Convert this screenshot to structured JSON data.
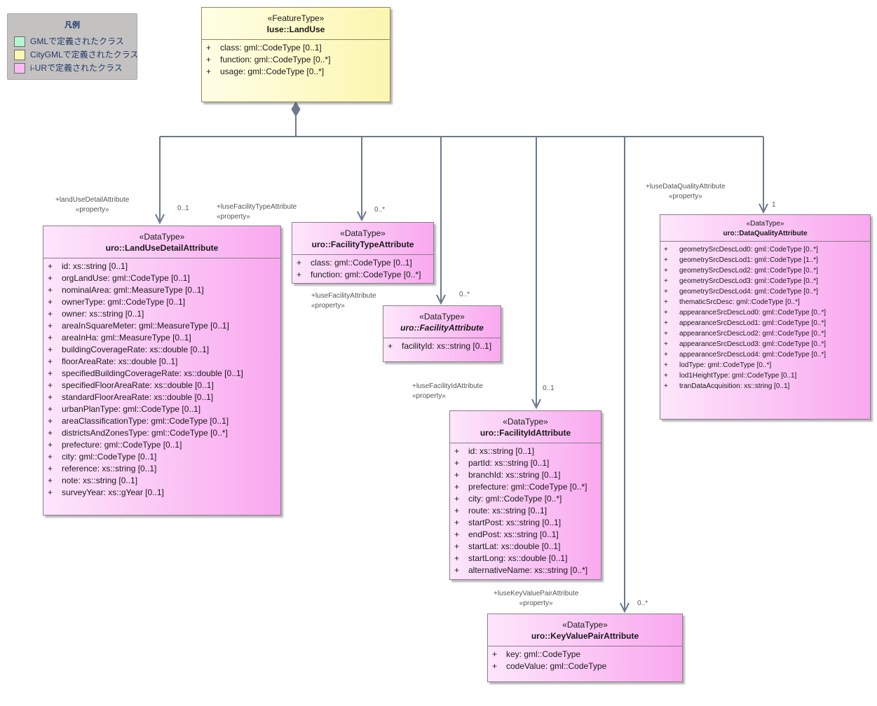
{
  "legend": {
    "title": "凡例",
    "items": [
      {
        "label": "GMLで定義されたクラス",
        "color": "#b4f6d1"
      },
      {
        "label": "CityGMLで定義されたクラス",
        "color": "#fbf6b2"
      },
      {
        "label": "i-URで定義されたクラス",
        "color": "#fbbaf2"
      }
    ]
  },
  "classes": {
    "landuse": {
      "stereotype": "«FeatureType»",
      "name": "luse::LandUse",
      "attributes": [
        "class: gml::CodeType [0..1]",
        "function: gml::CodeType [0..*]",
        "usage: gml::CodeType [0..*]"
      ]
    },
    "landusedetail": {
      "stereotype": "«DataType»",
      "name": "uro::LandUseDetailAttribute",
      "attributes": [
        "id: xs::string [0..1]",
        "orgLandUse: gml::CodeType [0..1]",
        "nominalArea: gml::MeasureType [0..1]",
        "ownerType: gml::CodeType [0..1]",
        "owner: xs::string [0..1]",
        "areaInSquareMeter: gml::MeasureType [0..1]",
        "areaInHa: gml::MeasureType [0..1]",
        "buildingCoverageRate: xs::double [0..1]",
        "floorAreaRate: xs::double [0..1]",
        "specifiedBuildingCoverageRate: xs::double [0..1]",
        "specifiedFloorAreaRate: xs::double [0..1]",
        "standardFloorAreaRate: xs::double [0..1]",
        "urbanPlanType: gml::CodeType [0..1]",
        "areaClassificationType: gml::CodeType [0..1]",
        "districtsAndZonesType: gml::CodeType [0..*]",
        "prefecture: gml::CodeType [0..1]",
        "city: gml::CodeType [0..1]",
        "reference: xs::string [0..1]",
        "note: xs::string [0..1]",
        "surveyYear: xs::gYear [0..1]"
      ]
    },
    "facilitytype": {
      "stereotype": "«DataType»",
      "name": "uro::FacilityTypeAttribute",
      "attributes": [
        "class: gml::CodeType [0..1]",
        "function: gml::CodeType [0..*]"
      ]
    },
    "facility": {
      "stereotype": "«DataType»",
      "name": "uro::FacilityAttribute",
      "attributes": [
        "facilityId: xs::string [0..1]"
      ]
    },
    "facilityid": {
      "stereotype": "«DataType»",
      "name": "uro::FacilityIdAttribute",
      "attributes": [
        "id: xs::string [0..1]",
        "partId: xs::string [0..1]",
        "branchId: xs::string [0..1]",
        "prefecture: gml::CodeType [0..*]",
        "city: gml::CodeType [0..*]",
        "route: xs::string [0..1]",
        "startPost: xs::string [0..1]",
        "endPost: xs::string [0..1]",
        "startLat: xs::double [0..1]",
        "startLong: xs::double [0..1]",
        "alternativeName: xs::string [0..*]"
      ]
    },
    "keyvalue": {
      "stereotype": "«DataType»",
      "name": "uro::KeyValuePairAttribute",
      "attributes": [
        "key: gml::CodeType",
        "codeValue: gml::CodeType"
      ]
    },
    "dataquality": {
      "stereotype": "«DataType»",
      "name": "uro::DataQualityAttribute",
      "attributes": [
        "geometrySrcDescLod0: gml::CodeType [0..*]",
        "geometrySrcDescLod1: gml::CodeType [1..*]",
        "geometrySrcDescLod2: gml::CodeType [0..*]",
        "geometrySrcDescLod3: gml::CodeType [0..*]",
        "geometrySrcDescLod4: gml::CodeType [0..*]",
        "thematicSrcDesc: gml::CodeType [0..*]",
        "appearanceSrcDescLod0: gml::CodeType [0..*]",
        "appearanceSrcDescLod1: gml::CodeType [0..*]",
        "appearanceSrcDescLod2: gml::CodeType [0..*]",
        "appearanceSrcDescLod3: gml::CodeType [0..*]",
        "appearanceSrcDescLod4: gml::CodeType [0..*]",
        "lodType: gml::CodeType [0..*]",
        "lod1HeightType: gml::CodeType [0..1]",
        "tranDataAcquisition: xs::string [0..1]"
      ]
    }
  },
  "attribute_visibility": "+",
  "associations": {
    "landusedetail": {
      "role": "+landUseDetailAttribute",
      "stereotype": "«property»",
      "multiplicity": "0..1"
    },
    "facilitytype": {
      "role": "+luseFacilityTypeAttribute",
      "stereotype": "«property»",
      "multiplicity": "0..*"
    },
    "facility": {
      "role": "+luseFacilityAttribute",
      "stereotype": "«property»",
      "multiplicity": "0..*"
    },
    "facilityid": {
      "role": "+luseFacilityIdAttribute",
      "stereotype": "«property»",
      "multiplicity": "0..1"
    },
    "keyvalue": {
      "role": "+luseKeyValuePairAttribute",
      "stereotype": "«property»",
      "multiplicity": "0..*"
    },
    "dataquality": {
      "role": "+luseDataQualityAttribute",
      "stereotype": "«property»",
      "multiplicity": "1"
    }
  }
}
